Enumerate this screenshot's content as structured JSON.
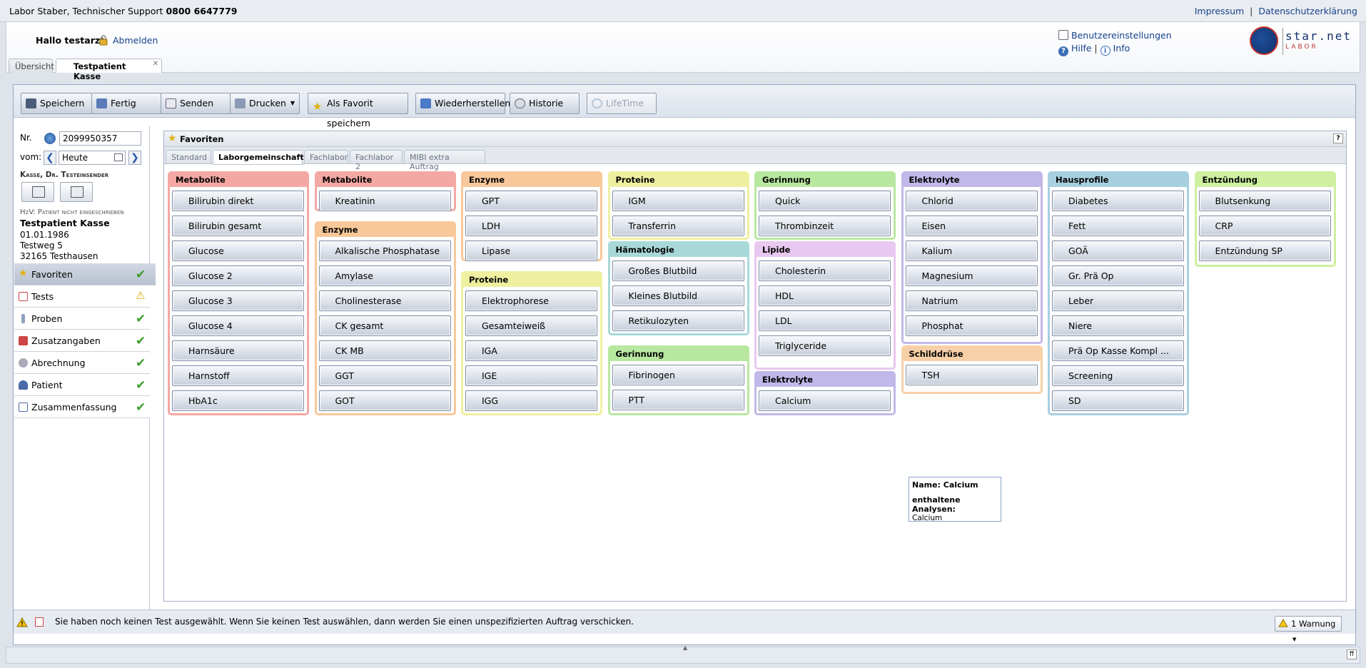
{
  "topbar": {
    "lab": "Labor Staber, Technischer Support",
    "phone": "0800 6647779",
    "impressum": "Impressum",
    "sep": "|",
    "datenschutz": "Datenschutzerklärung"
  },
  "header": {
    "hello": "Hallo testarzt",
    "logout": "Abmelden",
    "settings": "Benutzereinstellungen",
    "help": "Hilfe",
    "info": "Info",
    "logo_name": "star.net",
    "logo_sub": "LABOR"
  },
  "tabs": [
    "Übersicht",
    "Testpatient Kasse"
  ],
  "toolbar": {
    "save": "Speichern",
    "done": "Fertig",
    "send": "Senden",
    "print": "Drucken",
    "favorite": "Als Favorit speichern",
    "restore": "Wiederherstellen",
    "history": "Historie",
    "lifetime": "LifeTime"
  },
  "patient": {
    "nr_label": "Nr.",
    "nr_value": "2099950357",
    "vom_label": "vom:",
    "vom_value": "Heute",
    "kasse": "Kasse, Dr. Testeinsender",
    "hzv": "HzV: Patient nicht eingeschrieben",
    "name": "Testpatient Kasse",
    "birth": "01.01.1986",
    "street": "Testweg 5",
    "city": "32165 Testhausen"
  },
  "nav": [
    {
      "label": "Favoriten",
      "status": "ok"
    },
    {
      "label": "Tests",
      "status": "warn"
    },
    {
      "label": "Proben",
      "status": "ok"
    },
    {
      "label": "Zusatzangaben",
      "status": "ok"
    },
    {
      "label": "Abrechnung",
      "status": "ok"
    },
    {
      "label": "Patient",
      "status": "ok"
    },
    {
      "label": "Zusammenfassung",
      "status": "ok"
    }
  ],
  "favorites": {
    "title": "Favoriten",
    "help": "?",
    "tabs": [
      "Standard",
      "Laborgemeinschaft",
      "Fachlabor",
      "Fachlabor 2",
      "MIBI extra Auftrag"
    ],
    "active_tab": "Laborgemeinschaft"
  },
  "groups": [
    {
      "title": "Metabolite",
      "items": [
        "Bilirubin direkt",
        "Bilirubin gesamt",
        "Glucose",
        "Glucose 2",
        "Glucose 3",
        "Glucose 4",
        "Harnsäure",
        "Harnstoff",
        "HbA1c"
      ]
    },
    {
      "title": "Metabolite",
      "items": [
        "Kreatinin"
      ]
    },
    {
      "title": "Enzyme",
      "items": [
        "Alkalische Phosphatase",
        "Amylase",
        "Cholinesterase",
        "CK gesamt",
        "CK MB",
        "GGT",
        "GOT"
      ]
    },
    {
      "title": "Enzyme",
      "items": [
        "GPT",
        "LDH",
        "Lipase"
      ]
    },
    {
      "title": "Proteine",
      "items": [
        "Elektrophorese",
        "Gesamteiweiß",
        "IGA",
        "IGE",
        "IGG"
      ]
    },
    {
      "title": "Proteine",
      "items": [
        "IGM",
        "Transferrin"
      ]
    },
    {
      "title": "Hämatologie",
      "items": [
        "Großes Blutbild",
        "Kleines Blutbild",
        "Retikulozyten"
      ]
    },
    {
      "title": "Gerinnung",
      "items": [
        "Fibrinogen",
        "PTT"
      ]
    },
    {
      "title": "Gerinnung",
      "items": [
        "Quick",
        "Thrombinzeit"
      ]
    },
    {
      "title": "Lipide",
      "items": [
        "Cholesterin",
        "HDL",
        "LDL",
        "Triglyceride"
      ]
    },
    {
      "title": "Elektrolyte",
      "items": [
        "Calcium"
      ]
    },
    {
      "title": "Elektrolyte",
      "items": [
        "Chlorid",
        "Eisen",
        "Kalium",
        "Magnesium",
        "Natrium",
        "Phosphat"
      ]
    },
    {
      "title": "Schilddrüse",
      "items": [
        "TSH"
      ]
    },
    {
      "title": "Hausprofile",
      "items": [
        "Diabetes",
        "Fett",
        "GOÄ",
        "Gr. Prä Op",
        "Leber",
        "Niere",
        "Prä Op Kasse Kompl ...",
        "Screening",
        "SD"
      ]
    },
    {
      "title": "Entzündung",
      "items": [
        "Blutsenkung",
        "CRP",
        "Entzündung SP"
      ]
    }
  ],
  "colors": {
    "metabolite": "#f4a8a4",
    "enzyme": "#f8c89a",
    "proteine": "#eef0a0",
    "haematologie": "#a8d8d8",
    "gerinnung": "#b8e8a0",
    "lipide": "#e8c8f0",
    "elektrolyte": "#c0b8e8",
    "schilddruese": "#f8d0a8",
    "hausprofile": "#a8cfe0",
    "entzuendung": "#cef0a0",
    "link": "#15428b"
  },
  "tooltip": {
    "name_label": "Name: Calcium",
    "contains_label": "enthaltene Analysen:",
    "contains_value": "Calcium"
  },
  "status": {
    "message": "Sie haben noch keinen Test ausgewählt. Wenn Sie keinen Test auswählen, dann werden Sie einen unspezifizierten Auftrag verschicken.",
    "warn_button": "1 Warnung"
  }
}
